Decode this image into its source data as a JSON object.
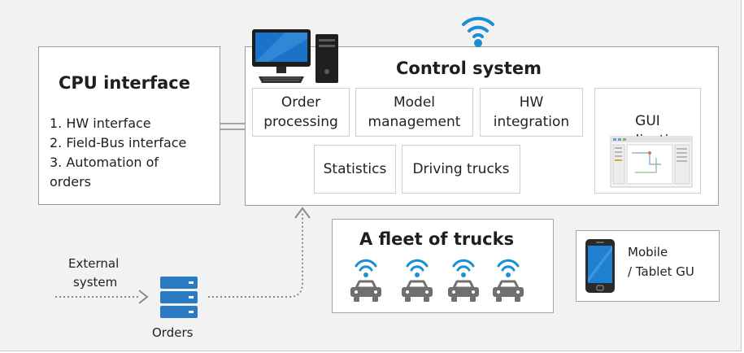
{
  "cpu": {
    "title": "CPU interface",
    "items": [
      "1. HW interface",
      "2. Field-Bus interface",
      "3. Automation of",
      "orders"
    ]
  },
  "control": {
    "title": "Control system",
    "modules": [
      {
        "line1": "Order",
        "line2": "processing"
      },
      {
        "line1": "Model",
        "line2": "management"
      },
      {
        "line1": "HW",
        "line2": "integration"
      },
      {
        "line1": "GUI",
        "line2": "application"
      }
    ],
    "modules2": [
      "Statistics",
      "Driving trucks"
    ]
  },
  "fleet": {
    "title": "A fleet of trucks"
  },
  "mobile": {
    "line1": "Mobile",
    "line2": "/ Tablet GU"
  },
  "external": {
    "line1": "External",
    "line2": "system"
  },
  "orders": {
    "label": "Orders"
  },
  "colors": {
    "accent": "#1a8fd6",
    "line": "#8a8a8a",
    "car": "#6f6f6f",
    "server": "#2a7bc4"
  }
}
